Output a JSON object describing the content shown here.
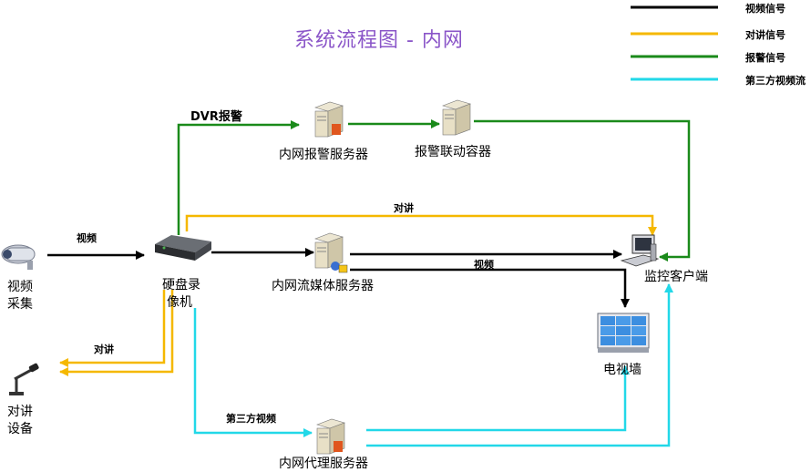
{
  "title": "系统流程图 - 内网",
  "legend": [
    {
      "label": "视频信号",
      "color": "#000000"
    },
    {
      "label": "对讲信号",
      "color": "#f5b800"
    },
    {
      "label": "报警信号",
      "color": "#1a8a1a"
    },
    {
      "label": "第三方视频流",
      "color": "#22d8e8"
    }
  ],
  "colors": {
    "video": "#000000",
    "intercom": "#f5b800",
    "alarm": "#1a8a1a",
    "thirdparty": "#22d8e8",
    "title": "#8a55c8"
  },
  "nodes": {
    "camera": {
      "line1": "视频",
      "line2": "采集",
      "icon": "camera-icon"
    },
    "dvr": {
      "line1": "硬盘录",
      "line2": "像机",
      "icon": "dvr-icon"
    },
    "alarm_server": {
      "label": "内网报警服务器",
      "icon": "server-icon"
    },
    "alarm_linker": {
      "label": "报警联动容器",
      "icon": "server-icon"
    },
    "media_server": {
      "label": "内网流媒体服务器",
      "icon": "server-icon"
    },
    "client": {
      "label": "监控客户端",
      "icon": "computer-icon"
    },
    "video_wall": {
      "label": "电视墙",
      "icon": "video-wall-icon"
    },
    "intercom_device": {
      "line1": "对讲",
      "line2": "设备",
      "icon": "microphone-icon"
    },
    "proxy_server": {
      "label": "内网代理服务器",
      "icon": "server-icon"
    }
  },
  "edges": {
    "dvr_alarm": "DVR报警",
    "camera_video": "视频",
    "intercom_top": "对讲",
    "media_video": "视频",
    "intercom_left": "对讲",
    "thirdparty": "第三方视频"
  }
}
